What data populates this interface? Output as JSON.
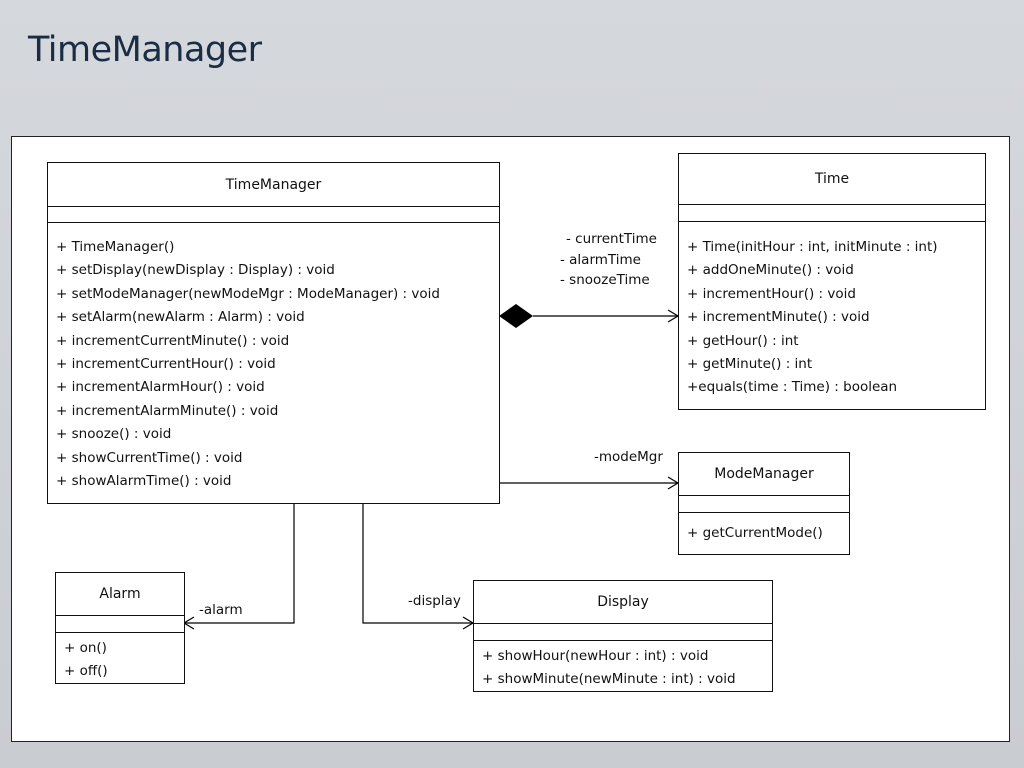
{
  "slide": {
    "title": "TimeManager"
  },
  "classes": {
    "timemanager": {
      "name": "TimeManager",
      "operations": [
        "+ TimeManager()",
        "+ setDisplay(newDisplay : Display) : void",
        "+ setModeManager(newModeMgr : ModeManager) : void",
        "+ setAlarm(newAlarm : Alarm) : void",
        "+ incrementCurrentMinute() : void",
        "+ incrementCurrentHour() : void",
        "+ incrementAlarmHour() : void",
        "+ incrementAlarmMinute() : void",
        "+ snooze() : void",
        "+ showCurrentTime() : void",
        "+ showAlarmTime() : void"
      ]
    },
    "time": {
      "name": "Time",
      "operations": [
        "+ Time(initHour : int, initMinute :  int)",
        "+ addOneMinute() : void",
        "+ incrementHour() : void",
        "+ incrementMinute() : void",
        "+ getHour() : int",
        "+ getMinute() : int",
        "+equals(time : Time) : boolean"
      ]
    },
    "modemanager": {
      "name": "ModeManager",
      "operations": [
        "+ getCurrentMode()"
      ]
    },
    "alarm": {
      "name": "Alarm",
      "operations": [
        "+ on()",
        "+ off()"
      ]
    },
    "display": {
      "name": "Display",
      "operations": [
        "+ showHour(newHour : int) : void",
        "+ showMinute(newMinute : int) : void"
      ]
    }
  },
  "associations": {
    "time_roles": [
      "- currentTime",
      "- alarmTime",
      "- snoozeTime"
    ],
    "modemgr_role": "-modeMgr",
    "alarm_role": "-alarm",
    "display_role": "-display"
  }
}
